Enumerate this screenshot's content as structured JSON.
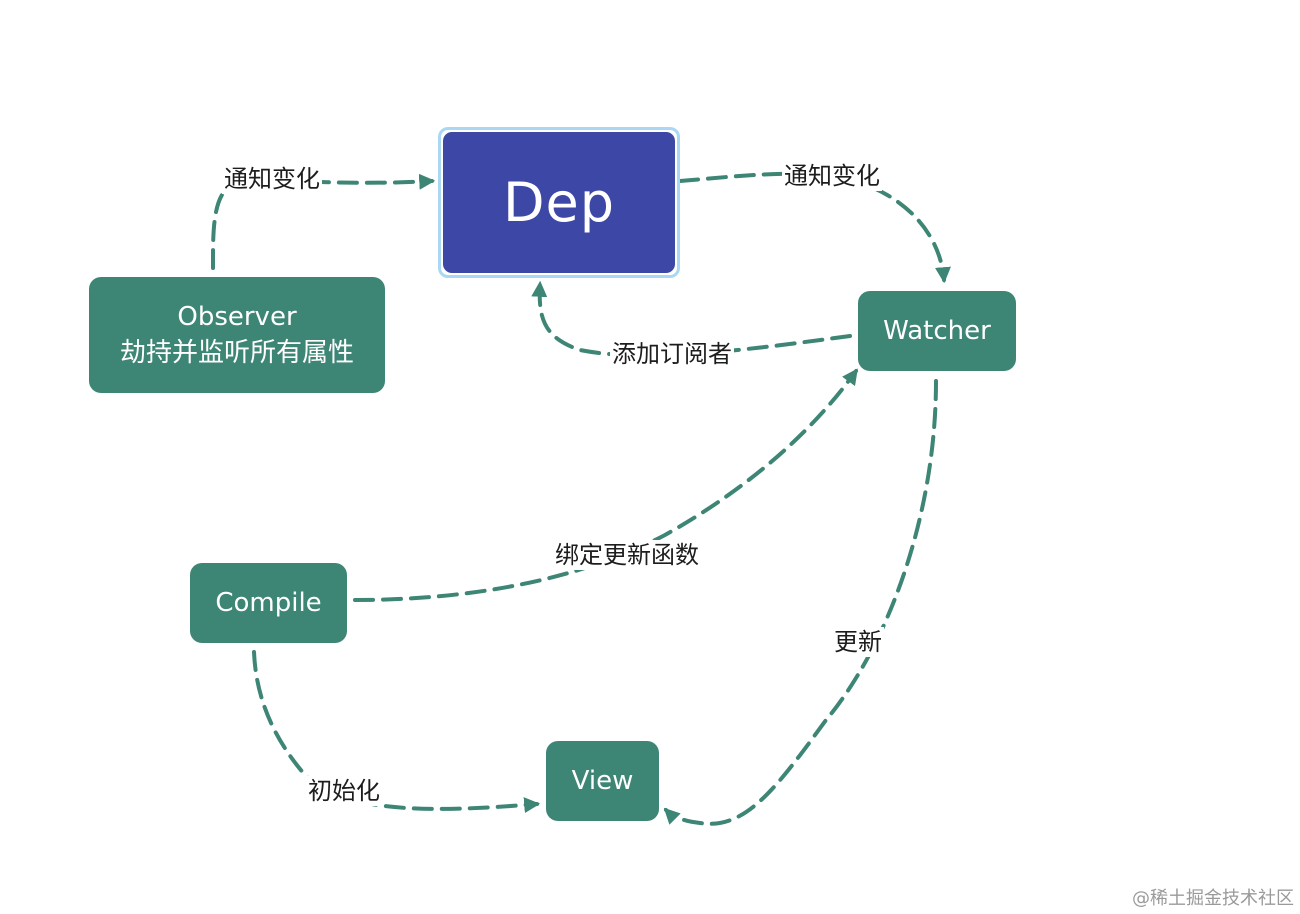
{
  "nodes": {
    "dep": "Dep",
    "observer": [
      "Observer",
      "劫持并监听所有属性"
    ],
    "watcher": "Watcher",
    "compile": "Compile",
    "view": "View"
  },
  "edges": {
    "observer_to_dep": "通知变化",
    "dep_to_watcher": "通知变化",
    "watcher_to_dep": "添加订阅者",
    "compile_to_watcher": "绑定更新函数",
    "watcher_to_view": "更新",
    "compile_to_view": "初始化"
  },
  "watermark": "@稀土掘金技术社区",
  "colors": {
    "node_fill": "#3d8575",
    "dep_fill": "#3d47a5",
    "dep_border": "#a9d7f4",
    "edge": "#3d8575"
  }
}
